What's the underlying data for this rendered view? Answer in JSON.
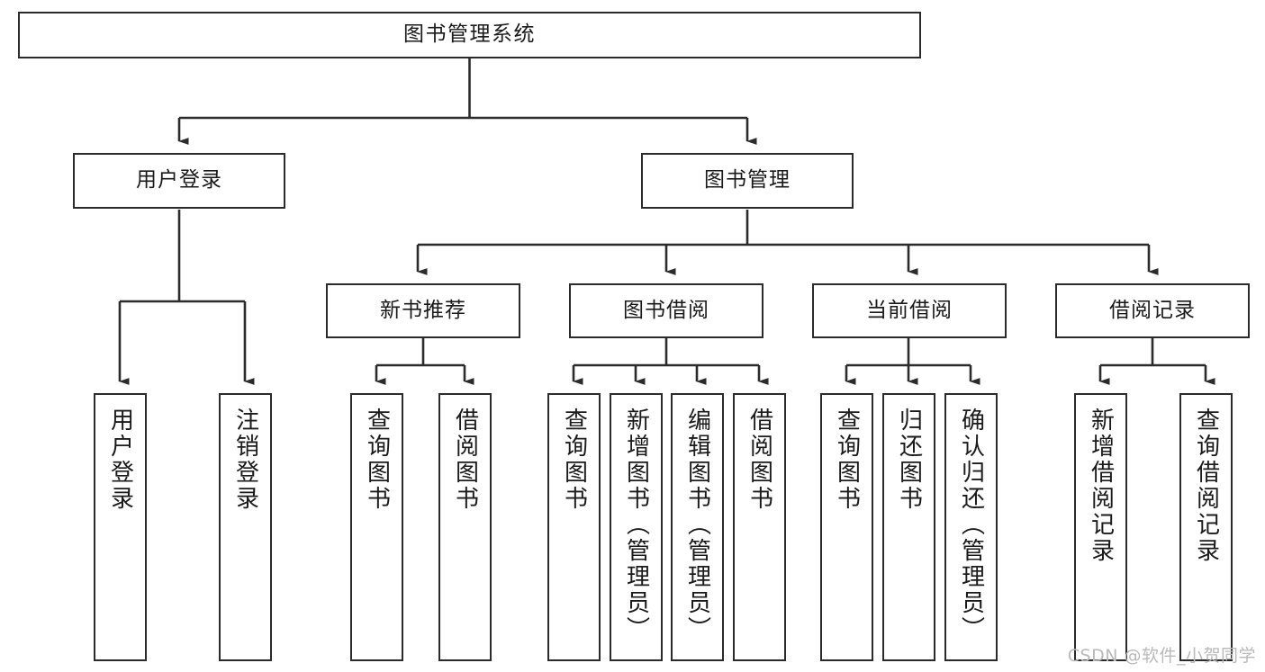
{
  "diagram": {
    "title": "图书管理系统",
    "type": "tree",
    "orientation": "top-down",
    "line_color": "#2b2b2b",
    "box_fill": "#ffffff",
    "text_color": "#1a1a1a"
  },
  "nodes": {
    "root": {
      "label": "图书管理系统"
    },
    "level2": [
      {
        "label": "用户登录"
      },
      {
        "label": "图书管理"
      }
    ],
    "level3": [
      {
        "label": "新书推荐"
      },
      {
        "label": "图书借阅"
      },
      {
        "label": "当前借阅"
      },
      {
        "label": "借阅记录"
      }
    ],
    "leaves": {
      "user_login": [
        {
          "label": "用户登录"
        },
        {
          "label": "注销登录"
        }
      ],
      "new_book_recommend": [
        {
          "label": "查询图书"
        },
        {
          "label": "借阅图书"
        }
      ],
      "book_borrow": [
        {
          "label": "查询图书"
        },
        {
          "label": "新增图书（管理员）"
        },
        {
          "label": "编辑图书（管理员）"
        },
        {
          "label": "借阅图书"
        }
      ],
      "current_borrow": [
        {
          "label": "查询图书"
        },
        {
          "label": "归还图书"
        },
        {
          "label": "确认归还（管理员）"
        }
      ],
      "borrow_records": [
        {
          "label": "新增借阅记录"
        },
        {
          "label": "查询借阅记录"
        }
      ]
    }
  },
  "watermark": {
    "text": "CSDN @软件_小贺同学"
  }
}
